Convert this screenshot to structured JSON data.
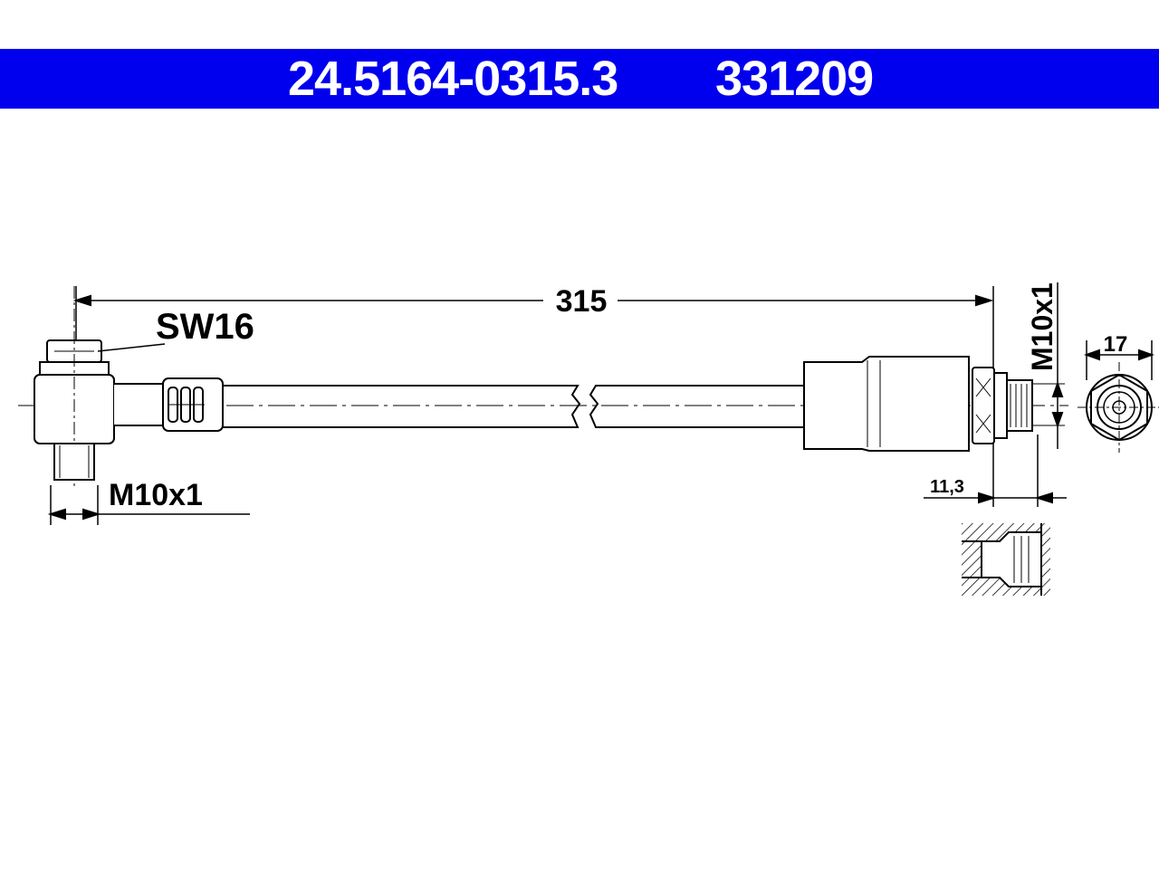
{
  "header": {
    "part_number": "24.5164-0315.3",
    "ref_number": "331209",
    "background": "#0000ee",
    "text_color": "#ffffff"
  },
  "drawing": {
    "overall_length": "315",
    "wrench_size": "SW16",
    "left_thread": "M10x1",
    "right_thread": "M10x1",
    "hex_size": "17",
    "thread_length": "11,3"
  }
}
